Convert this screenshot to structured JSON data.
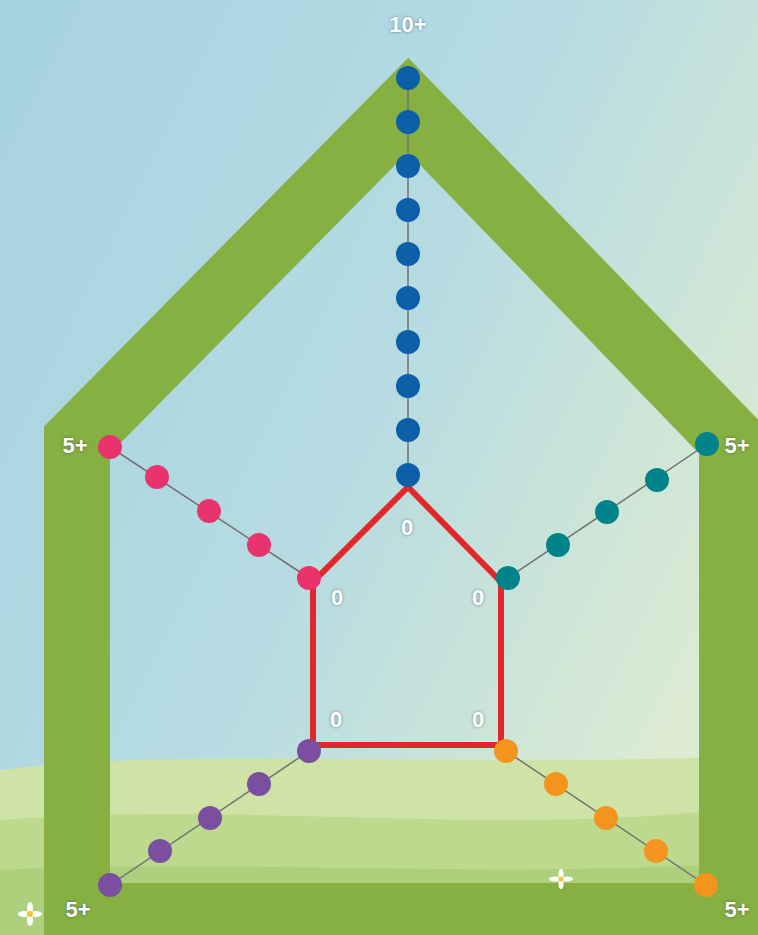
{
  "diagram": {
    "labels": [
      "10+",
      "5+",
      "5+",
      "0",
      "0",
      "0",
      "0",
      "0",
      "5+",
      "5+"
    ]
  }
}
